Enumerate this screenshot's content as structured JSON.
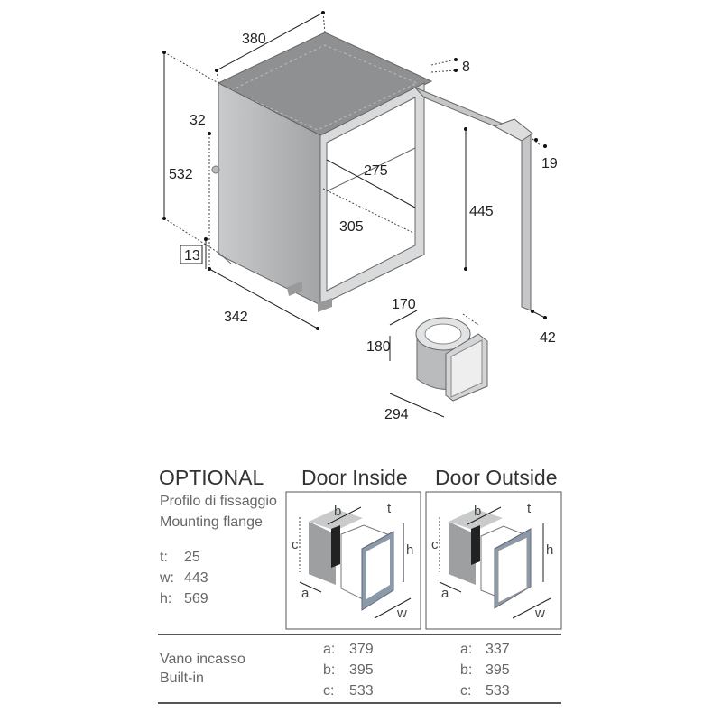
{
  "main_drawing": {
    "dimensions": {
      "width_top": "380",
      "door_gap": "8",
      "side_offset": "32",
      "height": "532",
      "inner_depth": "275",
      "inner_width": "305",
      "inner_height": "445",
      "handle": "19",
      "feet": "13",
      "depth": "342",
      "door_thickness": "42"
    },
    "compressor": {
      "width": "170",
      "height": "180",
      "depth": "294"
    }
  },
  "optional": {
    "title": "OPTIONAL",
    "subtitle_it": "Profilo di fissaggio",
    "subtitle_en": "Mounting flange",
    "specs": [
      {
        "key": "t:",
        "value": "25"
      },
      {
        "key": "w:",
        "value": "443"
      },
      {
        "key": "h:",
        "value": "569"
      }
    ],
    "door_inside": {
      "title": "Door Inside",
      "labels": {
        "a": "a",
        "b": "b",
        "c": "c",
        "t": "t",
        "h": "h",
        "w": "w"
      }
    },
    "door_outside": {
      "title": "Door Outside",
      "labels": {
        "a": "a",
        "b": "b",
        "c": "c",
        "t": "t",
        "h": "h",
        "w": "w"
      }
    }
  },
  "built_in": {
    "label_it": "Vano incasso",
    "label_en": "Built-in",
    "door_inside": [
      {
        "key": "a:",
        "value": "379"
      },
      {
        "key": "b:",
        "value": "395"
      },
      {
        "key": "c:",
        "value": "533"
      }
    ],
    "door_outside": [
      {
        "key": "a:",
        "value": "337"
      },
      {
        "key": "b:",
        "value": "395"
      },
      {
        "key": "c:",
        "value": "533"
      }
    ]
  },
  "colors": {
    "panel": "#a9abad",
    "top": "#8e9092",
    "frame": "#7f8fa0"
  }
}
